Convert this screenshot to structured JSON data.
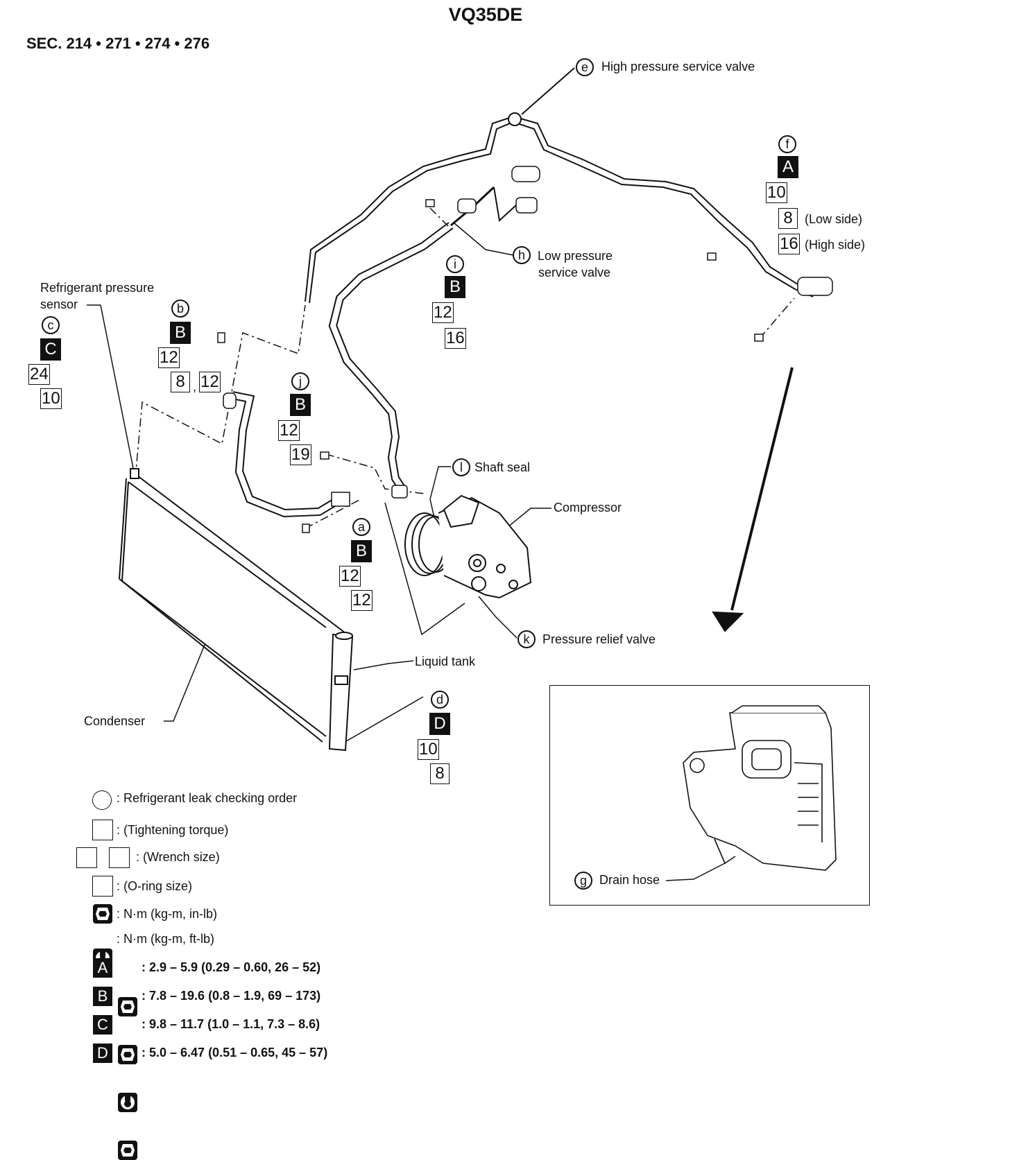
{
  "title": "VQ35DE",
  "section": "SEC. 214 • 271 • 274 • 276",
  "labels": {
    "high_pressure_valve": "High pressure service valve",
    "low_pressure_valve_1": "Low pressure",
    "low_pressure_valve_2": "service valve",
    "refrigerant_sensor_1": "Refrigerant pressure",
    "refrigerant_sensor_2": "sensor",
    "shaft_seal": "Shaft seal",
    "compressor": "Compressor",
    "pressure_relief": "Pressure relief valve",
    "liquid_tank": "Liquid tank",
    "condenser": "Condenser",
    "drain_hose": "Drain hose",
    "low_side": "(Low side)",
    "high_side": "(High side)"
  },
  "callouts": {
    "a": {
      "letter": "a",
      "torque_class": "B",
      "torque": "12",
      "oring": "12"
    },
    "b": {
      "letter": "b",
      "torque_class": "B",
      "torque": "12",
      "oring_1": "8",
      "oring_2": "12"
    },
    "c": {
      "letter": "c",
      "torque_class": "C",
      "wrench": "24",
      "torque": "10"
    },
    "d": {
      "letter": "d",
      "torque_class": "D",
      "torque": "10",
      "oring": "8"
    },
    "e": {
      "letter": "e"
    },
    "f": {
      "letter": "f",
      "torque_class": "A",
      "torque": "10",
      "oring_low": "8",
      "oring_high": "16"
    },
    "g": {
      "letter": "g"
    },
    "h": {
      "letter": "h"
    },
    "i": {
      "letter": "i",
      "torque_class": "B",
      "torque": "12",
      "oring": "16"
    },
    "j": {
      "letter": "j",
      "torque_class": "B",
      "torque": "12",
      "oring": "19"
    },
    "k": {
      "letter": "k"
    },
    "l": {
      "letter": "l"
    }
  },
  "legend": {
    "leak_order": ": Refrigerant leak checking order",
    "tightening_torque": ": (Tightening torque)",
    "wrench_size": ": (Wrench size)",
    "oring_size": ": (O-ring size)",
    "unit_in_lb": ": N·m (kg-m, in-lb)",
    "unit_ft_lb": ": N·m (kg-m, ft-lb)",
    "specs": [
      {
        "letter": "A",
        "icon": "wrench-in-lb-icon",
        "text": ": 2.9 – 5.9 (0.29 – 0.60, 26 – 52)"
      },
      {
        "letter": "B",
        "icon": "wrench-in-lb-icon",
        "text": ": 7.8 – 19.6 (0.8 – 1.9, 69 – 173)"
      },
      {
        "letter": "C",
        "icon": "wrench-ft-lb-icon",
        "text": ": 9.8 – 11.7 (1.0 – 1.1, 7.3 – 8.6)"
      },
      {
        "letter": "D",
        "icon": "wrench-in-lb-icon",
        "text": ": 5.0 – 6.47 (0.51 – 0.65, 45 – 57)"
      }
    ]
  },
  "comma": ","
}
